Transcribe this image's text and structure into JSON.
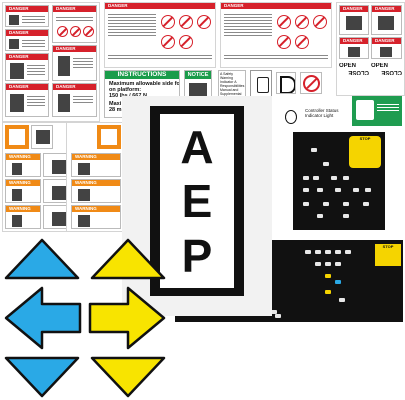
{
  "labels": {
    "danger": "DANGER",
    "warning": "WARNING",
    "instructions": {
      "title": "INSTRUCTIONS",
      "line1": "Maximum allowable side force",
      "line2": "on platform:",
      "line3": "150 lbs / 667 N",
      "line4": "Maxi",
      "line5": "28 m"
    },
    "notice": "NOTICE",
    "notice_text": "A Safety Warning Indicator A Responsibilities Manual and Supplemental label",
    "controller_status": "Controller Status Indicator Light",
    "open": "OPEN",
    "close": "CLOSE",
    "stop": "STOP",
    "aep": [
      "A",
      "E",
      "P"
    ]
  },
  "colors": {
    "danger_red": "#d6212b",
    "warning_orange": "#f08a16",
    "notice_green": "#1a9c4a",
    "arrow_blue": "#2aa9e6",
    "arrow_yellow": "#f8e400",
    "panel_black": "#111111",
    "stop_yellow": "#f5d400"
  },
  "icons": {
    "arrows": [
      "triangle-up-icon-blue",
      "triangle-up-icon-yellow",
      "arrow-left-icon-blue",
      "arrow-right-icon-yellow",
      "triangle-down-icon-blue",
      "triangle-down-icon-yellow"
    ],
    "symbols": [
      "no-smoking-icon",
      "d-symbol-icon",
      "manual-icon",
      "lightbulb-icon"
    ]
  }
}
